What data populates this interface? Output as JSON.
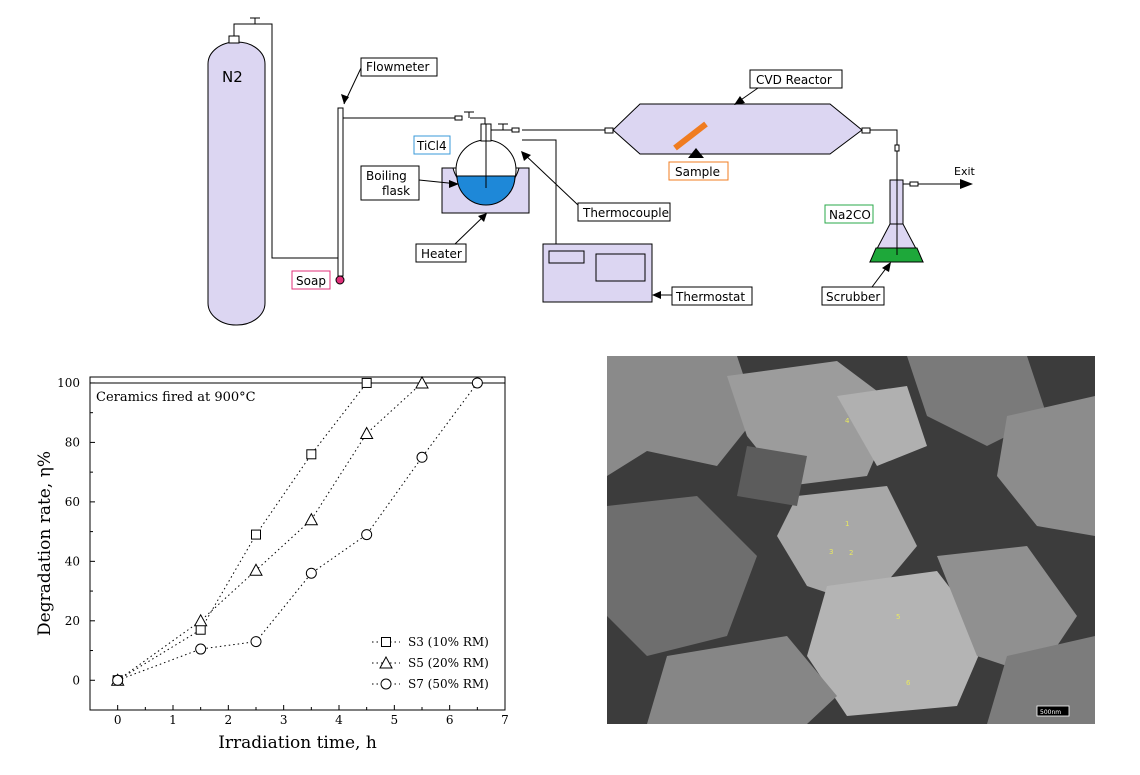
{
  "diagram": {
    "labels": {
      "n2": "N2",
      "flowmeter": "Flowmeter",
      "soap": "Soap",
      "ticl4": "TiCl4",
      "boiling_flask": "Boiling flask",
      "boiling_flask_line1": "Boiling",
      "boiling_flask_line2": "flask",
      "heater": "Heater",
      "thermocouple": "Thermocouple",
      "thermostat": "Thermostat",
      "cvd_reactor": "CVD Reactor",
      "sample": "Sample",
      "na2co": "Na2CO",
      "scrubber": "Scrubber",
      "exit": "Exit"
    },
    "colors": {
      "vessel_fill": "#dcd6f2",
      "liquid_blue": "#1e88d8",
      "liquid_green": "#1ea83a",
      "sample_orange": "#f07c20",
      "soap_pink": "#e0307a",
      "ticl4_border": "#3a9ad9",
      "sample_border": "#f07c20",
      "soap_border": "#e0307a",
      "na2co_border": "#2aa84a"
    }
  },
  "chart_data": {
    "type": "scatter",
    "annotation": "Ceramics fired at 900°C",
    "xlabel": "Irradiation time, h",
    "ylabel": "Degradation rate, η%",
    "xlim": [
      -0.5,
      7
    ],
    "ylim": [
      -10,
      102
    ],
    "xticks": [
      0,
      1,
      2,
      3,
      4,
      5,
      6,
      7
    ],
    "yticks": [
      0,
      20,
      40,
      60,
      80,
      100
    ],
    "reference_line": 100,
    "legend_position": "bottom-right",
    "series": [
      {
        "name": "S3 (10% RM)",
        "marker": "square",
        "x": [
          0,
          1.5,
          2.5,
          3.5,
          4.5
        ],
        "y": [
          0,
          17,
          49,
          76,
          100
        ]
      },
      {
        "name": "S5 (20% RM)",
        "marker": "triangle",
        "x": [
          0,
          1.5,
          2.5,
          3.5,
          4.5,
          5.5
        ],
        "y": [
          0,
          20,
          37,
          54,
          83,
          100
        ]
      },
      {
        "name": "S7 (50% RM)",
        "marker": "circle",
        "x": [
          0,
          1.5,
          2.5,
          3.5,
          4.5,
          5.5,
          6.5
        ],
        "y": [
          0,
          10.5,
          13,
          36,
          49,
          75,
          100
        ]
      }
    ]
  },
  "micrograph": {
    "scale_bar_label": "500nm",
    "point_labels": [
      "4",
      "1",
      "3",
      "2",
      "5",
      "6"
    ]
  }
}
